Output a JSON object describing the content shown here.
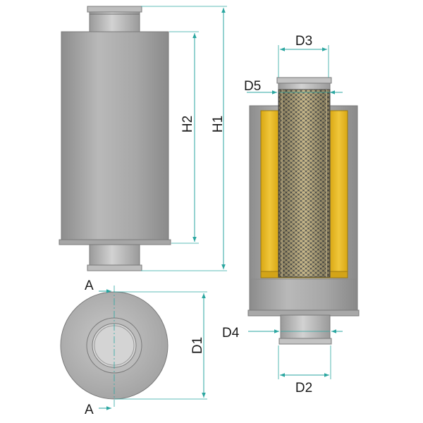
{
  "labels": {
    "h1": "H1",
    "h2": "H2",
    "d1": "D1",
    "d2": "D2",
    "d3": "D3",
    "d4": "D4",
    "d5": "D5",
    "section_top": "A",
    "section_bottom": "A"
  },
  "colors": {
    "line": "#2aa6a0",
    "steel": "#a8a8a8",
    "insulation": "#e8b81e",
    "mesh": "#6a6a62"
  }
}
